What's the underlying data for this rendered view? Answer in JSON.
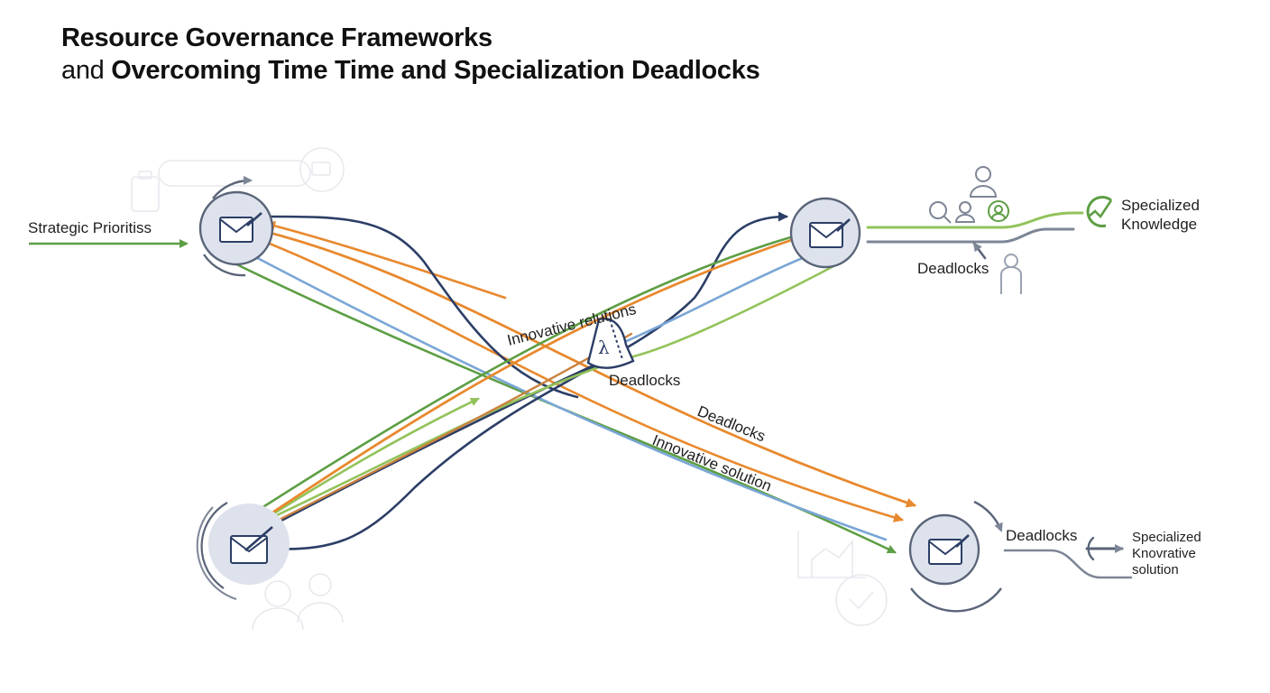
{
  "title": {
    "line1": "Resource Governance Frameworks",
    "line2_prefix": "and",
    "line2_rest": "Overcoming Time Time and Specialization Deadlocks"
  },
  "labels": {
    "strategic": "Strategic Prioritiss",
    "innovative_top": "Innovative relutions",
    "deadlocks_center": "Deadlocks",
    "deadlocks_diag": "Deadlocks",
    "innovative_diag": "Innovative solution",
    "deadlocks_top_right": "Deadlocks",
    "specialized_knowledge_1": "Specialized",
    "specialized_knowledge_2": "Knowledge",
    "deadlocks_bottom_right": "Deadlocks",
    "specialized_solution_1": "Specialized",
    "specialized_solution_2": "Knovrative",
    "specialized_solution_3": "solution"
  },
  "colors": {
    "navy": "#2c3e66",
    "orange": "#e8892e",
    "blue": "#7aa6d6",
    "green": "#5d9e44",
    "light_green": "#92c35a",
    "gray": "#7d8696",
    "node_fill": "#dde2ec"
  },
  "icons": [
    "envelope-icon",
    "check-pen-icon",
    "cone-icon",
    "person-icon",
    "check-circle-icon",
    "arrow-right-icon"
  ]
}
